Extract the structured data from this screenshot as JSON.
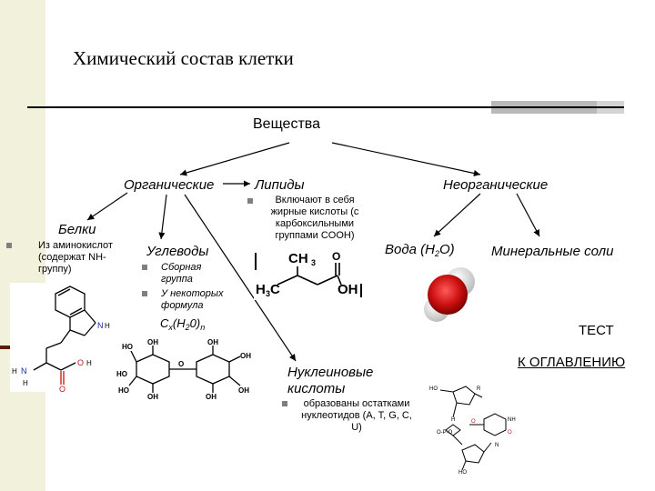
{
  "title": "Химический состав клетки",
  "root": "Вещества",
  "organic": {
    "label": "Органические",
    "proteins": {
      "label": "Белки",
      "note": "Из аминокислот (содержат NH-группу)"
    },
    "carbs": {
      "label": "Углеводы",
      "item1": "Сборная группа",
      "item2": "У некоторых формула",
      "formula_prefix": "C",
      "formula_x": "x",
      "formula_mid": "(H",
      "formula_2": "2",
      "formula_end": "0)",
      "formula_n": "n"
    },
    "lipids": {
      "label": "Липиды",
      "note": "Включают в себя жирные кислоты (с карбоксильными группами COOH)"
    },
    "nucleic": {
      "label": "Нуклеиновые кислоты",
      "note": "образованы остатками нуклеотидов (A, T, G, C, U)"
    }
  },
  "inorganic": {
    "label": "Неорганические",
    "water": "Вода (H",
    "water_sub": "2",
    "water_end": "O)",
    "salts": "Минеральные соли"
  },
  "lipid_formula": {
    "ch3": "CH",
    "ch3_sub": "3",
    "h3c": "H",
    "h3c_sub": "3",
    "h3c_c": "C",
    "oh": "OH",
    "o": "O"
  },
  "links": {
    "test": "ТЕСТ",
    "toc": "К ОГЛАВЛЕНИЮ"
  },
  "colors": {
    "sidebar": "#f2f2dc",
    "water_red": "#cc1010",
    "oxygen_red": "#d01818"
  }
}
